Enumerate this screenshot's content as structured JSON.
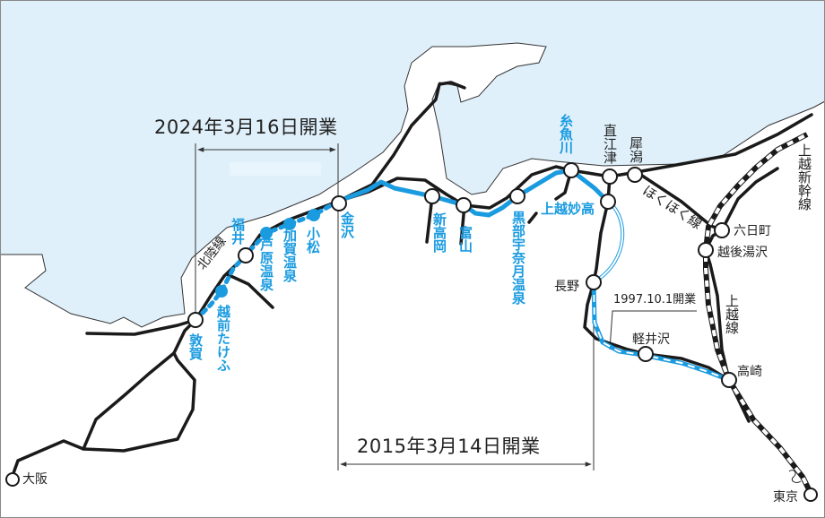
{
  "colors": {
    "sea": "#dff0fa",
    "shinkansen": "#1a9be0",
    "rail": "#1a1a1a",
    "label_blue": "#1a9be0"
  },
  "annotations": {
    "open_2024": "2024年3月16日開業",
    "open_2015": "2015年3月14日開業",
    "open_1997": "1997.10.1開業"
  },
  "lines": {
    "hokuriku": "北陸線",
    "hokuhoku": "ほくほく線",
    "joetsu_shinkansen": "上越新幹線",
    "joetsu": "上越線"
  },
  "stations": {
    "osaka": "大阪",
    "tsuruga": "敦賀",
    "echizen_takefu": "越前たけふ",
    "fukui": "福井",
    "awara_onsen": "芦原温泉",
    "kaga_onsen": "加賀温泉",
    "komatsu": "小松",
    "kanazawa": "金沢",
    "shin_takaoka": "新高岡",
    "toyama": "富山",
    "kurobe_unazuki_onsen": "黒部宇奈月温泉",
    "itoigawa": "糸魚川",
    "joetsu_myoko": "上越妙高",
    "naoetsu": "直江津",
    "saigata": "犀潟",
    "nagano": "長野",
    "karuizawa": "軽井沢",
    "takasaki": "高崎",
    "muikamachi": "六日町",
    "echigo_yuzawa": "越後湯沢",
    "tokyo": "東京"
  }
}
